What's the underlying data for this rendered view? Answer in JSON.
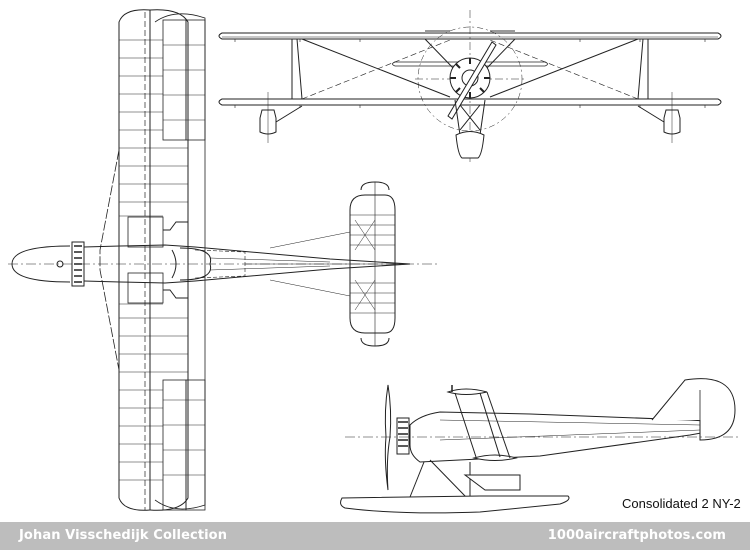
{
  "drawing": {
    "subject": "Consolidated 2 NY-2",
    "views": [
      "front-view",
      "top-view",
      "side-view"
    ]
  },
  "caption": "Consolidated 2 NY-2",
  "footer": {
    "left_text": "Johan Visschedijk Collection",
    "right_text": "1000aircraftphotos.com",
    "background": "#bdbdbd",
    "text_color": "#ffffff"
  }
}
